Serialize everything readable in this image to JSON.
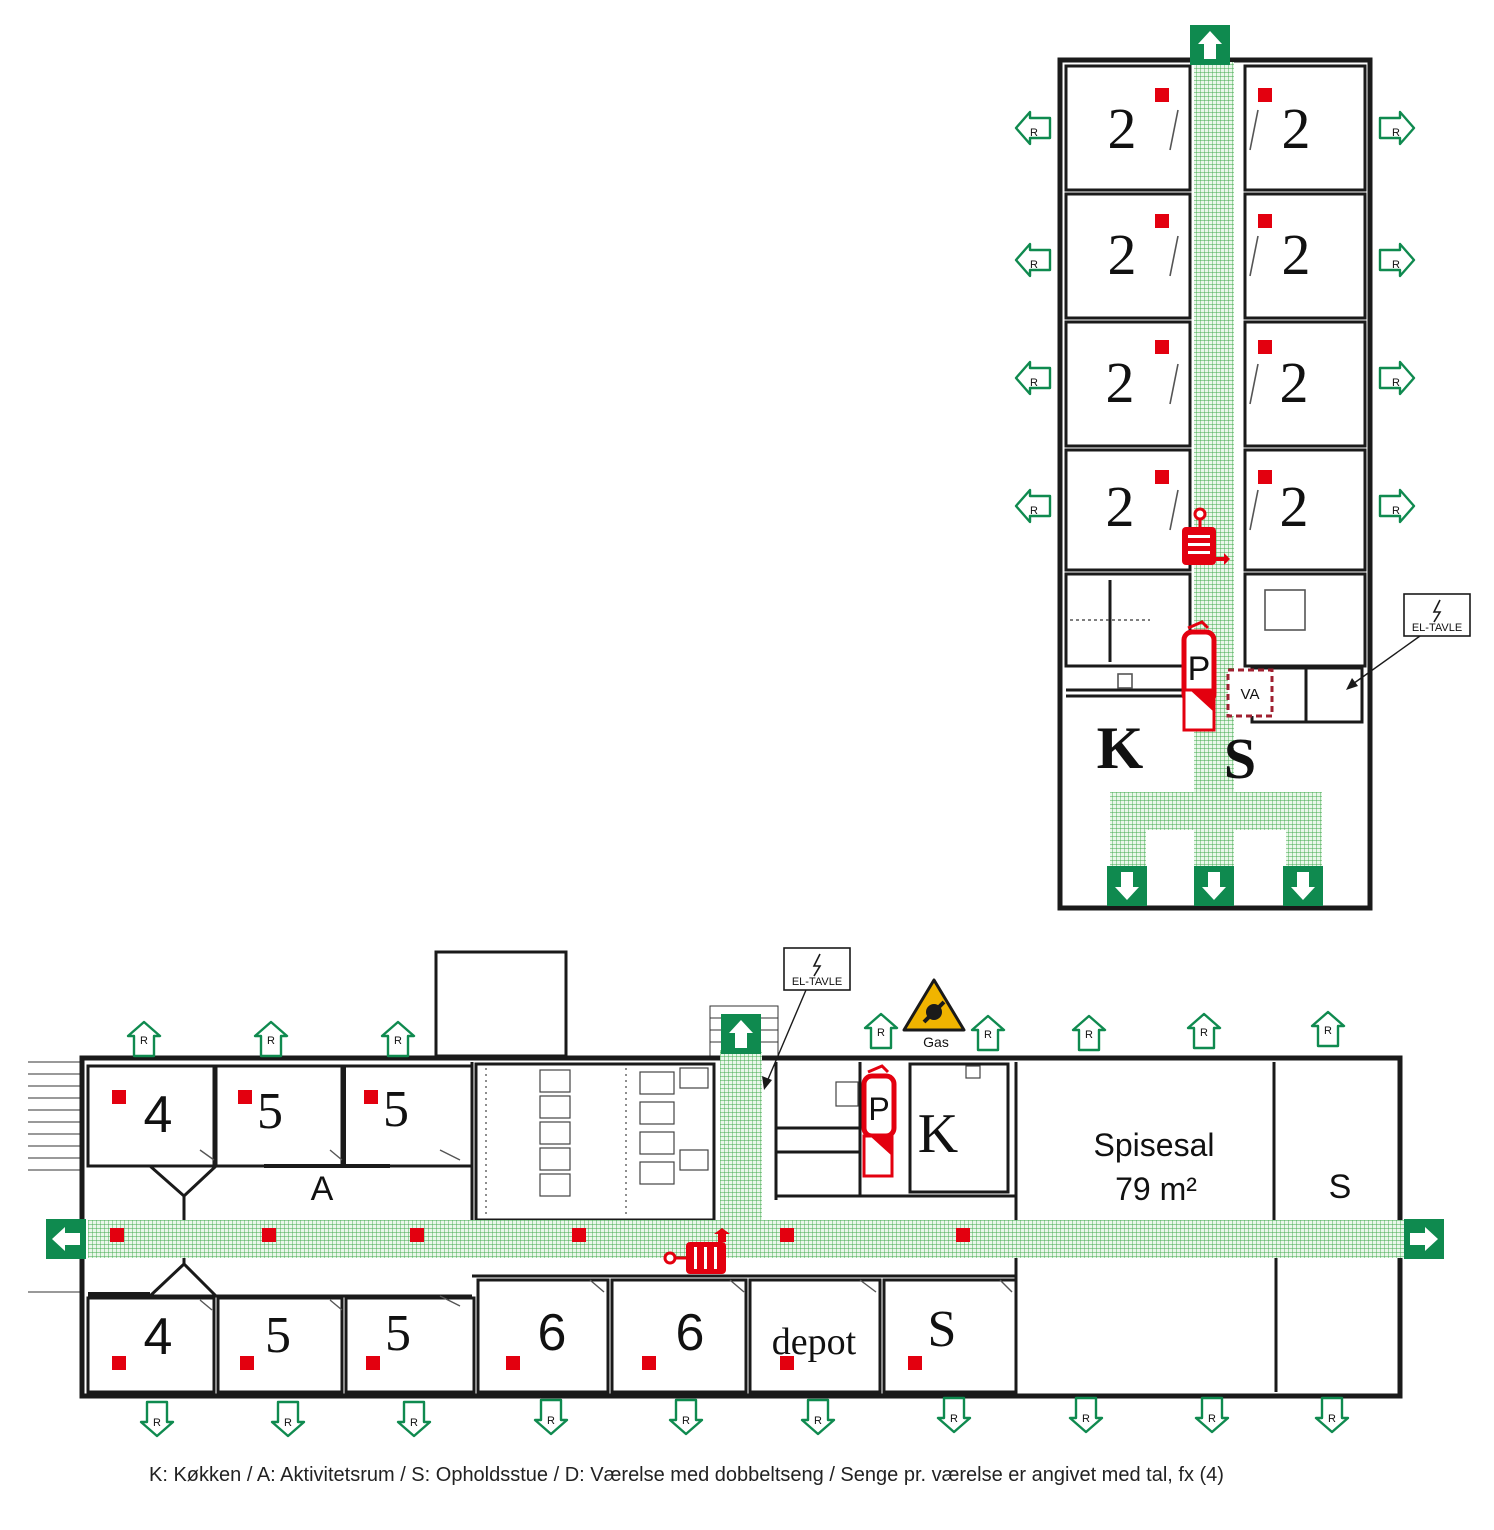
{
  "colors": {
    "escape_green": "#0f8a4f",
    "marker_red": "#e3000f",
    "wall": "#1a1a1a",
    "gas_yellow": "#f0b400"
  },
  "symbols": {
    "rescue_letter": "R",
    "powder_letter": "P",
    "el_tavle_label": "EL-TAVLE",
    "gas_label": "Gas",
    "va_label": "VA"
  },
  "top_wing": {
    "rooms": [
      {
        "label": "2"
      },
      {
        "label": "2"
      },
      {
        "label": "2"
      },
      {
        "label": "2"
      },
      {
        "label": "2"
      },
      {
        "label": "2"
      },
      {
        "label": "2"
      },
      {
        "label": "2"
      }
    ],
    "kitchen_label": "K",
    "lounge_label": "S"
  },
  "bottom_wing": {
    "north_rooms": [
      {
        "label": "4"
      },
      {
        "label": "5"
      },
      {
        "label": "5"
      }
    ],
    "activity_label": "A",
    "kitchen_label": "K",
    "dining_label": "Spisesal",
    "dining_area": "79 m²",
    "lounge_north_label": "S",
    "south_rooms": [
      {
        "label": "4"
      },
      {
        "label": "5"
      },
      {
        "label": "5"
      },
      {
        "label": "6"
      },
      {
        "label": "6"
      },
      {
        "label": "depot"
      },
      {
        "label": "S"
      }
    ]
  },
  "legend": {
    "text": "K: Køkken / A: Aktivitetsrum / S: Opholdsstue / D: Værelse med dobbeltseng / Senge pr. værelse er angivet med tal, fx (4)"
  }
}
